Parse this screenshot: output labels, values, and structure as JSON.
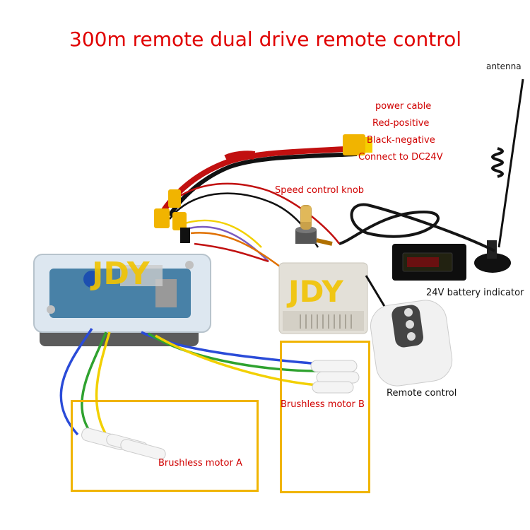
{
  "title": "300m remote dual drive remote control",
  "labels": {
    "antenna": "antenna",
    "power_cable": "power cable",
    "red_positive": "Red-positive",
    "black_negative": "Black-negative",
    "connect_dc24v": "Connect to DC24V",
    "speed_knob": "Speed control knob",
    "battery_indicator": "24V battery indicator",
    "remote_control": "Remote control",
    "motor_a": "Brushless motor A",
    "motor_b": "Brushless motor B"
  },
  "brand": "JDY",
  "colors": {
    "title": "#e00000",
    "label_red": "#d00000",
    "highlight_frame": "#f0b400",
    "brand": "#f2c400"
  }
}
